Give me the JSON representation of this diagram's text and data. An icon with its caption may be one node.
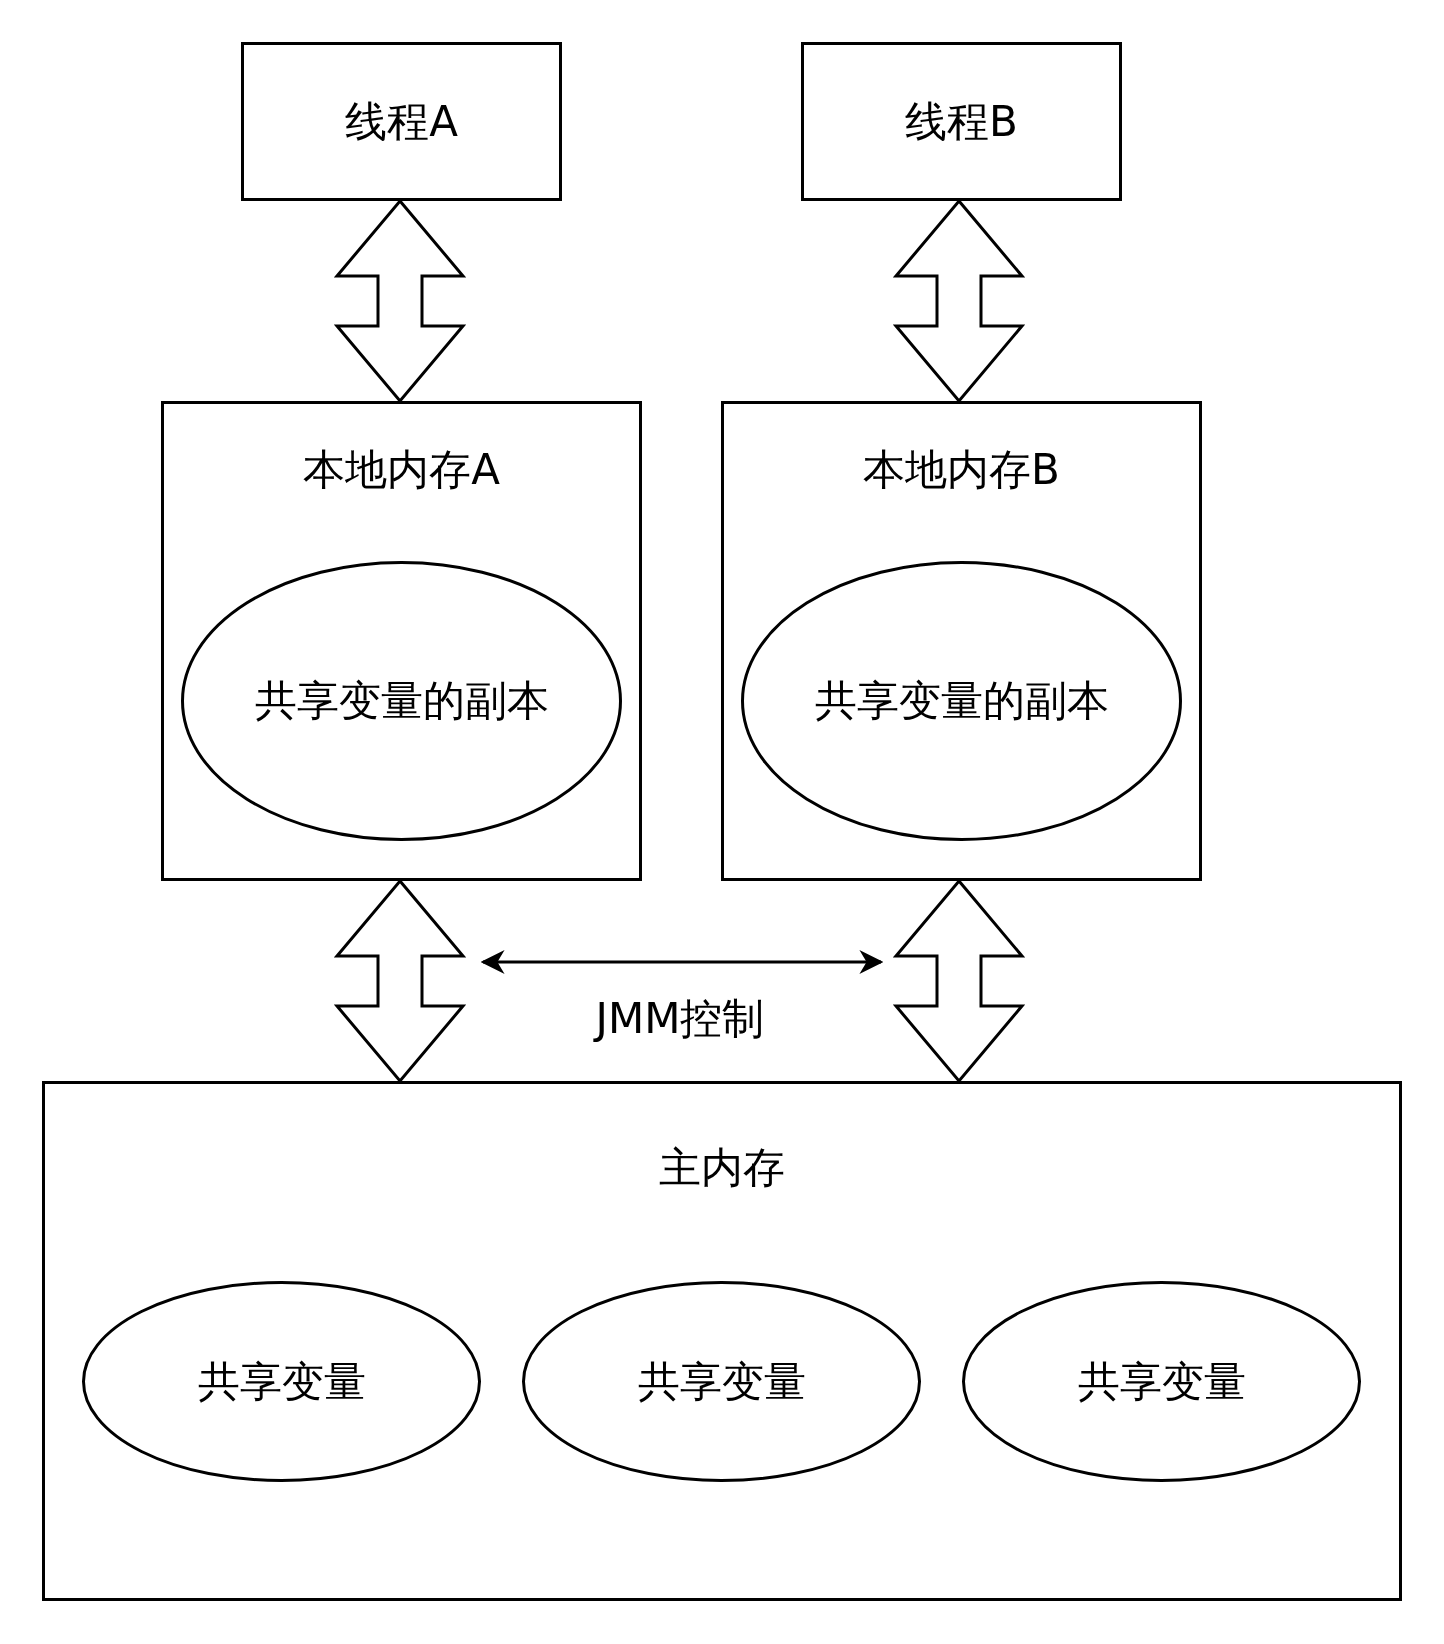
{
  "diagram": {
    "nodes": [
      {
        "text": [
          "线程A"
        ]
      },
      {
        "text": [
          "线程B"
        ]
      },
      {
        "text": [
          "本地内存A"
        ]
      },
      {
        "text": [
          "共享变量的副本"
        ],
        "in": 2
      },
      {
        "text": [
          "本地内存B"
        ]
      },
      {
        "text": [
          "共享变量的副本"
        ],
        "in": 4
      },
      {
        "text": [
          "主内存"
        ]
      },
      {
        "text": [
          "共享变量"
        ],
        "in": 6
      },
      {
        "text": [
          "共享变量"
        ],
        "in": 6
      },
      {
        "text": [
          "共享变量"
        ],
        "in": 6
      }
    ],
    "edges": [
      {
        "from": 0,
        "to": 2,
        "arrow": "both"
      },
      {
        "from": 1,
        "to": 4,
        "arrow": "both"
      },
      {
        "from": 2,
        "to": 6,
        "arrow": "both"
      },
      {
        "from": 4,
        "to": 6,
        "arrow": "both"
      }
    ],
    "labels": [
      "JMM控制"
    ]
  }
}
